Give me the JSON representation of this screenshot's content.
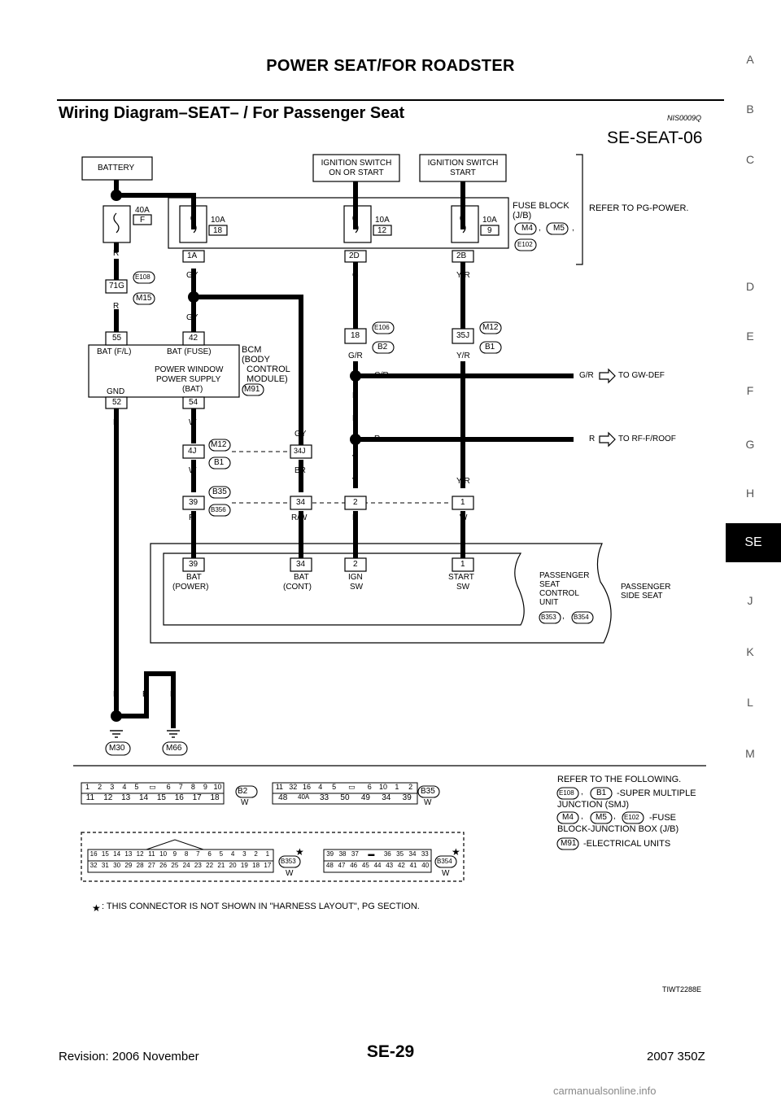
{
  "header": {
    "page_title": "POWER SEAT/FOR ROADSTER"
  },
  "section": {
    "title": "Wiring Diagram–SEAT– / For Passenger Seat",
    "code": "NIS0009Q"
  },
  "diagram_id": "SE-SEAT-06",
  "side_index": [
    "A",
    "B",
    "C",
    "D",
    "E",
    "F",
    "G",
    "H",
    "SE",
    "J",
    "K",
    "L",
    "M"
  ],
  "side_active": "SE",
  "power": {
    "battery": "BATTERY",
    "ign_on_start_1": "IGNITION SWITCH",
    "ign_on_start_2": "ON OR START",
    "ign_start_1": "IGNITION SWITCH",
    "ign_start_2": "START",
    "refer": "REFER TO PG-POWER.",
    "fuse_block_1": "FUSE BLOCK",
    "fuse_block_2": "(J/B)",
    "fuse_block_conn1": "M4",
    "fuse_block_conn2": "M5",
    "fuse_block_conn3": "E102",
    "comma": ","
  },
  "fuses": [
    {
      "amp": "40A",
      "num": "F"
    },
    {
      "amp": "10A",
      "num": "18"
    },
    {
      "amp": "10A",
      "num": "12"
    },
    {
      "amp": "10A",
      "num": "9"
    }
  ],
  "terminals": {
    "t1A": "1A",
    "t2D": "2D",
    "t2B": "2B",
    "t71G": "71G",
    "t55": "55",
    "t42": "42",
    "t52": "52",
    "t54": "54",
    "t18": "18",
    "t35J": "35J",
    "t4J": "4J",
    "t34J": "34J",
    "t39": "39",
    "t34": "34",
    "t2": "2",
    "t1": "1"
  },
  "connectors": {
    "E108": "E108",
    "M15": "M15",
    "E106": "E106",
    "B2": "B2",
    "M12": "M12",
    "B1": "B1",
    "M91": "M91",
    "B35": "B35",
    "B356": "B356",
    "B353": "B353",
    "B354": "B354",
    "M30": "M30",
    "M66": "M66"
  },
  "wires": {
    "R": "R",
    "GY": "GY",
    "G": "G",
    "YR": "Y/R",
    "GR": "G/R",
    "B": "B",
    "W": "W",
    "V": "V",
    "BR": "BR",
    "RW": "R/W",
    "L": "L"
  },
  "bcm": {
    "bat_fl": "BAT (F/L)",
    "bat_fuse": "BAT (FUSE)",
    "pw1": "POWER WINDOW",
    "pw2": "POWER SUPPLY",
    "pw3": "(BAT)",
    "gnd": "GND",
    "name1": "BCM",
    "name2": "(BODY",
    "name3": "CONTROL",
    "name4": "MODULE)"
  },
  "outputs": {
    "gw": "TO GW-DEF",
    "rf": "TO RF-F/ROOF"
  },
  "seat": {
    "bat_power_1": "BAT",
    "bat_power_2": "(POWER)",
    "bat_cont_1": "BAT",
    "bat_cont_2": "(CONT)",
    "ign_1": "IGN",
    "ign_2": "SW",
    "start_1": "START",
    "start_2": "SW",
    "unit_1": "PASSENGER",
    "unit_2": "SEAT",
    "unit_3": "CONTROL",
    "unit_4": "UNIT",
    "side_1": "PASSENGER",
    "side_2": "SIDE SEAT"
  },
  "legend": {
    "refer": "REFER TO THE FOLLOWING.",
    "smj_1": "-SUPER MULTIPLE",
    "smj_2": "JUNCTION (SMJ)",
    "fuse_1": "-FUSE",
    "fuse_2": "BLOCK-JUNCTION BOX (J/B)",
    "elec": "-ELECTRICAL UNITS",
    "note": ": THIS CONNECTOR IS NOT SHOWN IN \"HARNESS LAYOUT\", PG SECTION.",
    "star": "★"
  },
  "conn_views": {
    "b2_top": [
      "1",
      "2",
      "3",
      "4",
      "5",
      "",
      "6",
      "7",
      "8",
      "9",
      "10"
    ],
    "b2_bot": [
      "11",
      "12",
      "13",
      "14",
      "15",
      "16",
      "17",
      "18"
    ],
    "b35_top": [
      "11",
      "32",
      "16",
      "4",
      "5",
      "",
      "6",
      "10",
      "1",
      "2"
    ],
    "b35_bot": [
      "48",
      "40A",
      "33",
      "50",
      "49",
      "34",
      "39"
    ],
    "b353_top": [
      "16",
      "15",
      "14",
      "13",
      "12",
      "11",
      "10",
      "9",
      "8",
      "7",
      "6",
      "5",
      "4",
      "3",
      "2",
      "1"
    ],
    "b353_bot": [
      "32",
      "31",
      "30",
      "29",
      "28",
      "27",
      "26",
      "25",
      "24",
      "23",
      "22",
      "21",
      "20",
      "19",
      "18",
      "17"
    ],
    "b354_top": [
      "39",
      "38",
      "37",
      "",
      "36",
      "35",
      "34",
      "33"
    ],
    "b354_bot": [
      "48",
      "47",
      "46",
      "45",
      "44",
      "43",
      "42",
      "41",
      "40"
    ]
  },
  "figure_id": "TIWT2288E",
  "footer": {
    "left": "Revision: 2006 November",
    "center": "SE-29",
    "right": "2007 350Z"
  },
  "watermark": "carmanualsonline.info"
}
